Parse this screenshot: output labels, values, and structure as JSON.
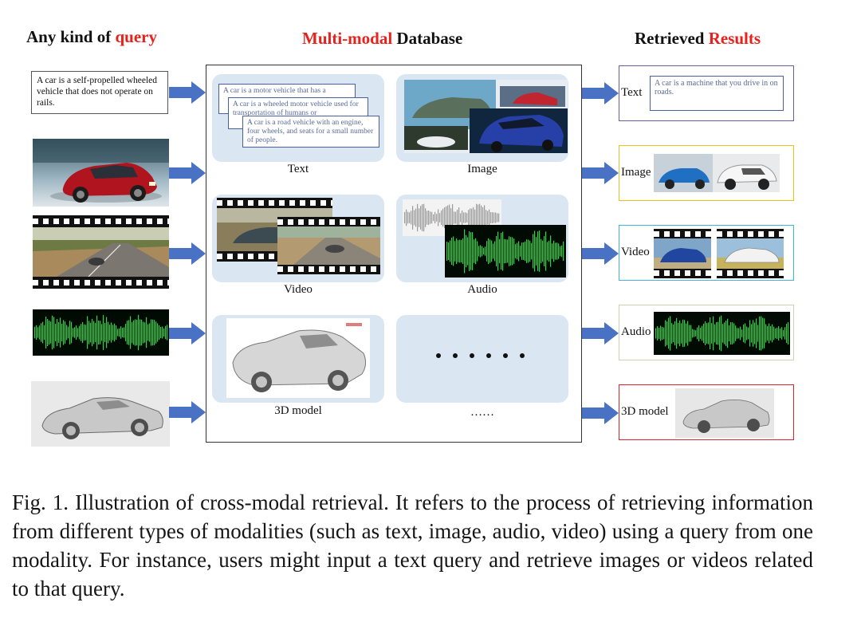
{
  "headers": {
    "query_prefix": "Any kind of ",
    "query_word": "query",
    "db_red": "Multi-modal",
    "db_black": " Database",
    "res_black": "Retrieved ",
    "res_red": "Results"
  },
  "query": {
    "text": "A car is a self-propelled wheeled vehicle that does not operate on rails."
  },
  "database": {
    "notes": [
      "A car is a motor vehicle that has a",
      "A car is a wheeled motor vehicle used for transportation of humans or",
      "A car is a road vehicle with an engine, four wheels, and seats for a small number of people."
    ],
    "labels": [
      "Text",
      "Image",
      "Video",
      "Audio",
      "3D model",
      "……"
    ]
  },
  "results": {
    "text_label": "Text",
    "text_value": "A car is a machine that you drive in on roads.",
    "image_label": "Image",
    "video_label": "Video",
    "audio_label": "Audio",
    "model_label": "3D model"
  },
  "caption": "Fig. 1.  Illustration of cross-modal retrieval. It refers to the process of retrieving information from different types of modalities (such as text, image, audio, video) using a query from one modality. For instance, users might input a text query and retrieve images or videos related to that query.",
  "colors": {
    "accent_red": "#e8211d",
    "arrow_blue": "#4a72c4",
    "cell_bg": "#dbe6f3",
    "text_box_border": "#6a5aa8",
    "image_box_border": "#e8c21a",
    "video_box_border": "#3fb4e0",
    "audio_box_border": "#c9d4b2",
    "model_box_border": "#d9242c"
  }
}
